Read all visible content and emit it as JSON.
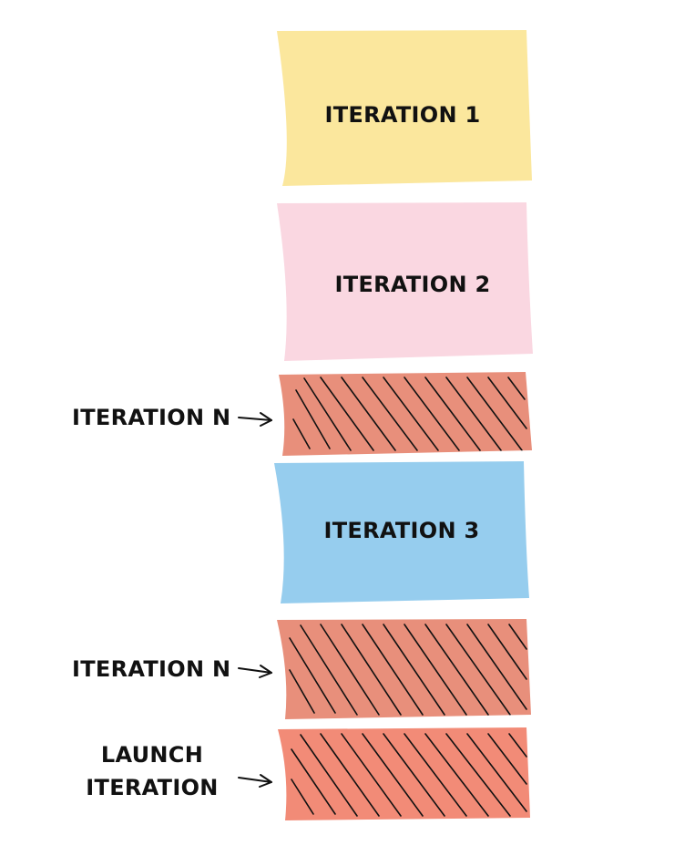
{
  "blocks": {
    "iteration_1": {
      "label": "ITERATION 1",
      "color": "#fbe79d"
    },
    "iteration_2": {
      "label": "ITERATION 2",
      "color": "#fad7e1"
    },
    "iteration_n_a": {
      "label": "",
      "color": "#e88f7b",
      "hatched": true
    },
    "iteration_3": {
      "label": "ITERATION 3",
      "color": "#96cdee"
    },
    "iteration_n_b": {
      "label": "",
      "color": "#e88f7b",
      "hatched": true
    },
    "launch": {
      "label": "",
      "color": "#f28b77",
      "hatched": true
    }
  },
  "side_labels": {
    "iteration_n_a": "ITERATION N",
    "iteration_n_b": "ITERATION N",
    "launch_line1": "LAUNCH",
    "launch_line2": "ITERATION"
  },
  "icons": {
    "pointer": "right-arrow-icon"
  }
}
